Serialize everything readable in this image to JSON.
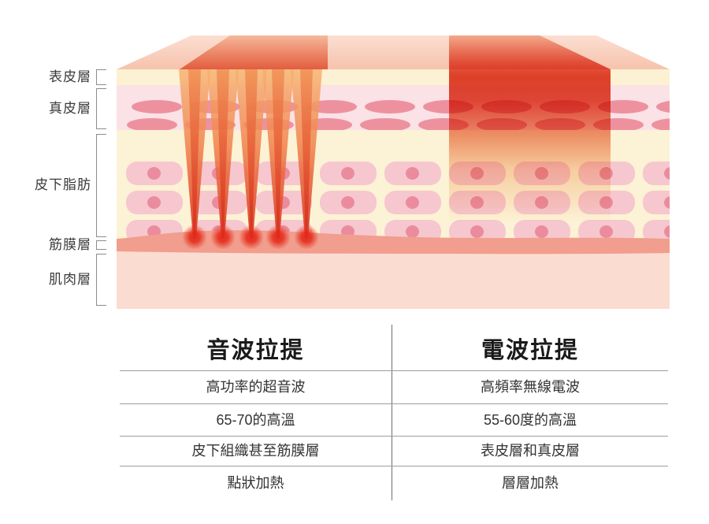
{
  "diagram": {
    "layer_labels": [
      {
        "label": "表皮層"
      },
      {
        "label": "真皮層"
      },
      {
        "label": "皮下脂肪"
      },
      {
        "label": "筋膜層"
      },
      {
        "label": "肌肉層"
      }
    ],
    "treatments": {
      "ultrasound_zone": "focused-cone-heating-to-fascia",
      "radiofrequency_zone": "layer-heating-epidermis-dermis"
    },
    "colors": {
      "epidermis": "#fcf1d2",
      "dermis": "#fae2e6",
      "dermis_ellipse": "#ee919f",
      "fat_background": "#fcf2d5",
      "fat_cell": "#f6c4cd",
      "fat_nucleus": "#eb8c9e",
      "fascia": "#f19e8e",
      "muscle": "#fbdcd0",
      "top_face_light": "#fbdfd2",
      "heat_red": "#e04331",
      "cone_orange": "#f0824b",
      "glow_red": "#e3281a"
    }
  },
  "table": {
    "columns": [
      "音波拉提",
      "電波拉提"
    ],
    "rows": [
      [
        "高功率的超音波",
        "高頻率無線電波"
      ],
      [
        "65-70的高溫",
        "55-60度的高溫"
      ],
      [
        "皮下組織甚至筋膜層",
        "表皮層和真皮層"
      ],
      [
        "點狀加熱",
        "層層加熱"
      ]
    ]
  }
}
